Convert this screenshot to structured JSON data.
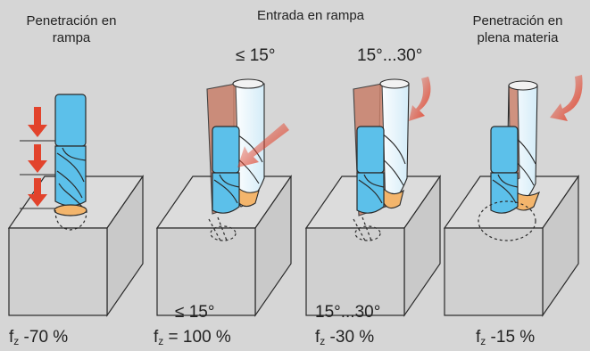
{
  "headers": {
    "col1": [
      "Penetración en",
      "rampa"
    ],
    "center": "Entrada en rampa",
    "col4": [
      "Penetración en",
      "plena materia"
    ]
  },
  "angles": {
    "top_col2": "≤ 15°",
    "top_col3": "15°...30°",
    "bottom_col2": "≤ 15°",
    "bottom_col3": "15°...30°"
  },
  "feeds": [
    {
      "prefix": "f",
      "sub": "z",
      "value": " -70 %"
    },
    {
      "prefix": "f",
      "sub": "z",
      "value": " = 100 %"
    },
    {
      "prefix": "f",
      "sub": "z",
      "value": " -30 %"
    },
    {
      "prefix": "f",
      "sub": "z",
      "value": " -15 %"
    }
  ],
  "colors": {
    "background": "#d6d6d6",
    "tool_blue": "#5cc0ea",
    "tool_outline": "#2a2a2a",
    "ghost_fill": "#eaf6fc",
    "ramp_copper": "#c9806a",
    "cut_orange": "#f3b56c",
    "arrow_red": "#e2432c",
    "block_fill": "#d6d6d6"
  }
}
